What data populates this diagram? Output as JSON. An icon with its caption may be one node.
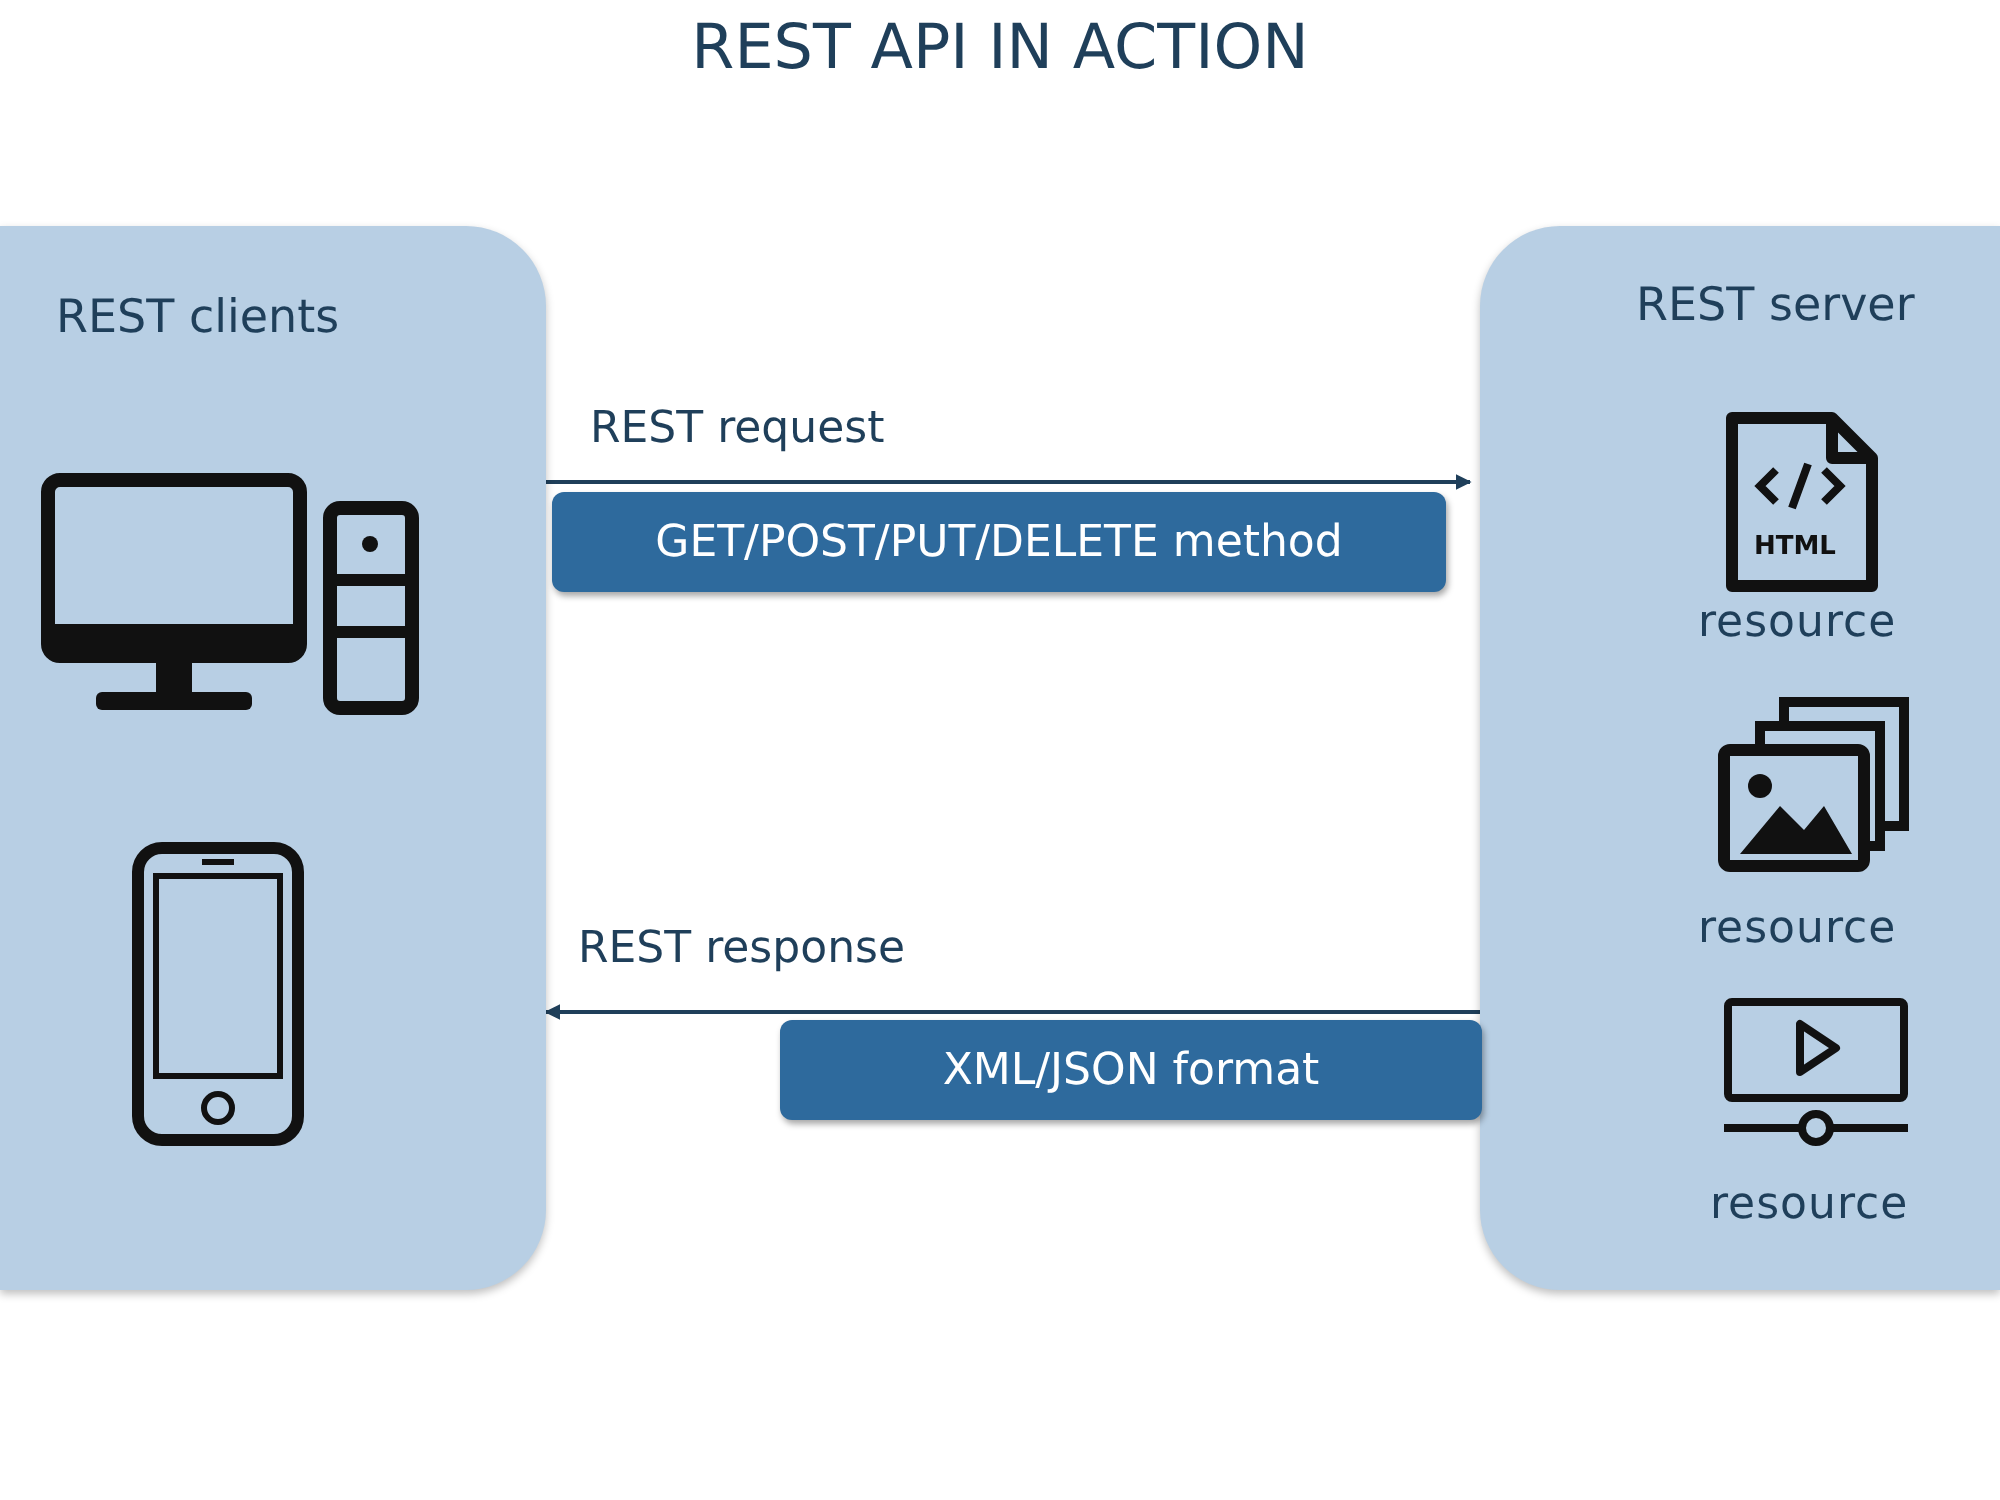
{
  "diagram": {
    "title": "REST API IN ACTION",
    "nodes": [
      {
        "text": [
          "REST clients"
        ]
      },
      {
        "text": [
          "REST server"
        ]
      },
      {
        "text": [
          "resource"
        ],
        "in": 1
      },
      {
        "text": [
          "resource"
        ],
        "in": 1
      },
      {
        "text": [
          "resource"
        ],
        "in": 1
      }
    ],
    "edges": [
      {
        "from": 0,
        "to": 1,
        "arrow": "to",
        "label": "REST request"
      },
      {
        "from": 1,
        "to": 0,
        "arrow": "to",
        "label": "REST response"
      }
    ],
    "labels": [
      "GET/POST/PUT/DELETE method",
      "XML/JSON format",
      "HTML"
    ]
  }
}
